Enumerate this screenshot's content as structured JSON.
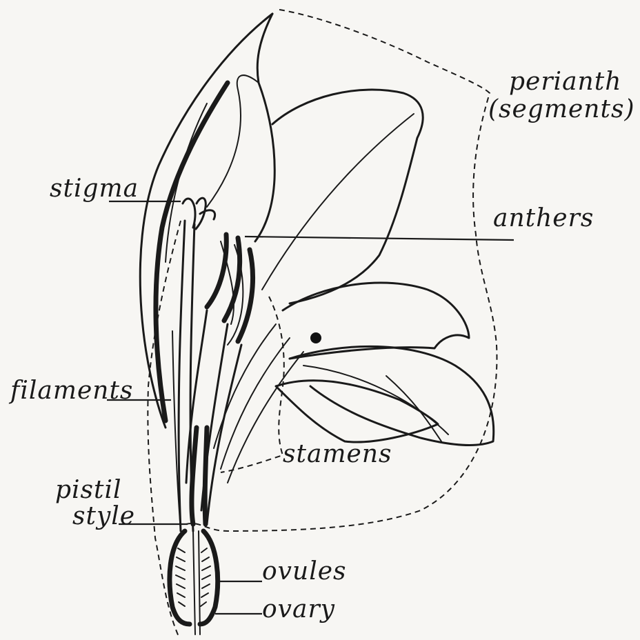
{
  "labels": {
    "perianth": "perianth",
    "segments": "(segments)",
    "stigma": "stigma",
    "anthers": "anthers",
    "filaments": "filaments",
    "stamens": "stamens",
    "pistil": "pistil",
    "style": "style",
    "ovules": "ovules",
    "ovary": "ovary"
  }
}
